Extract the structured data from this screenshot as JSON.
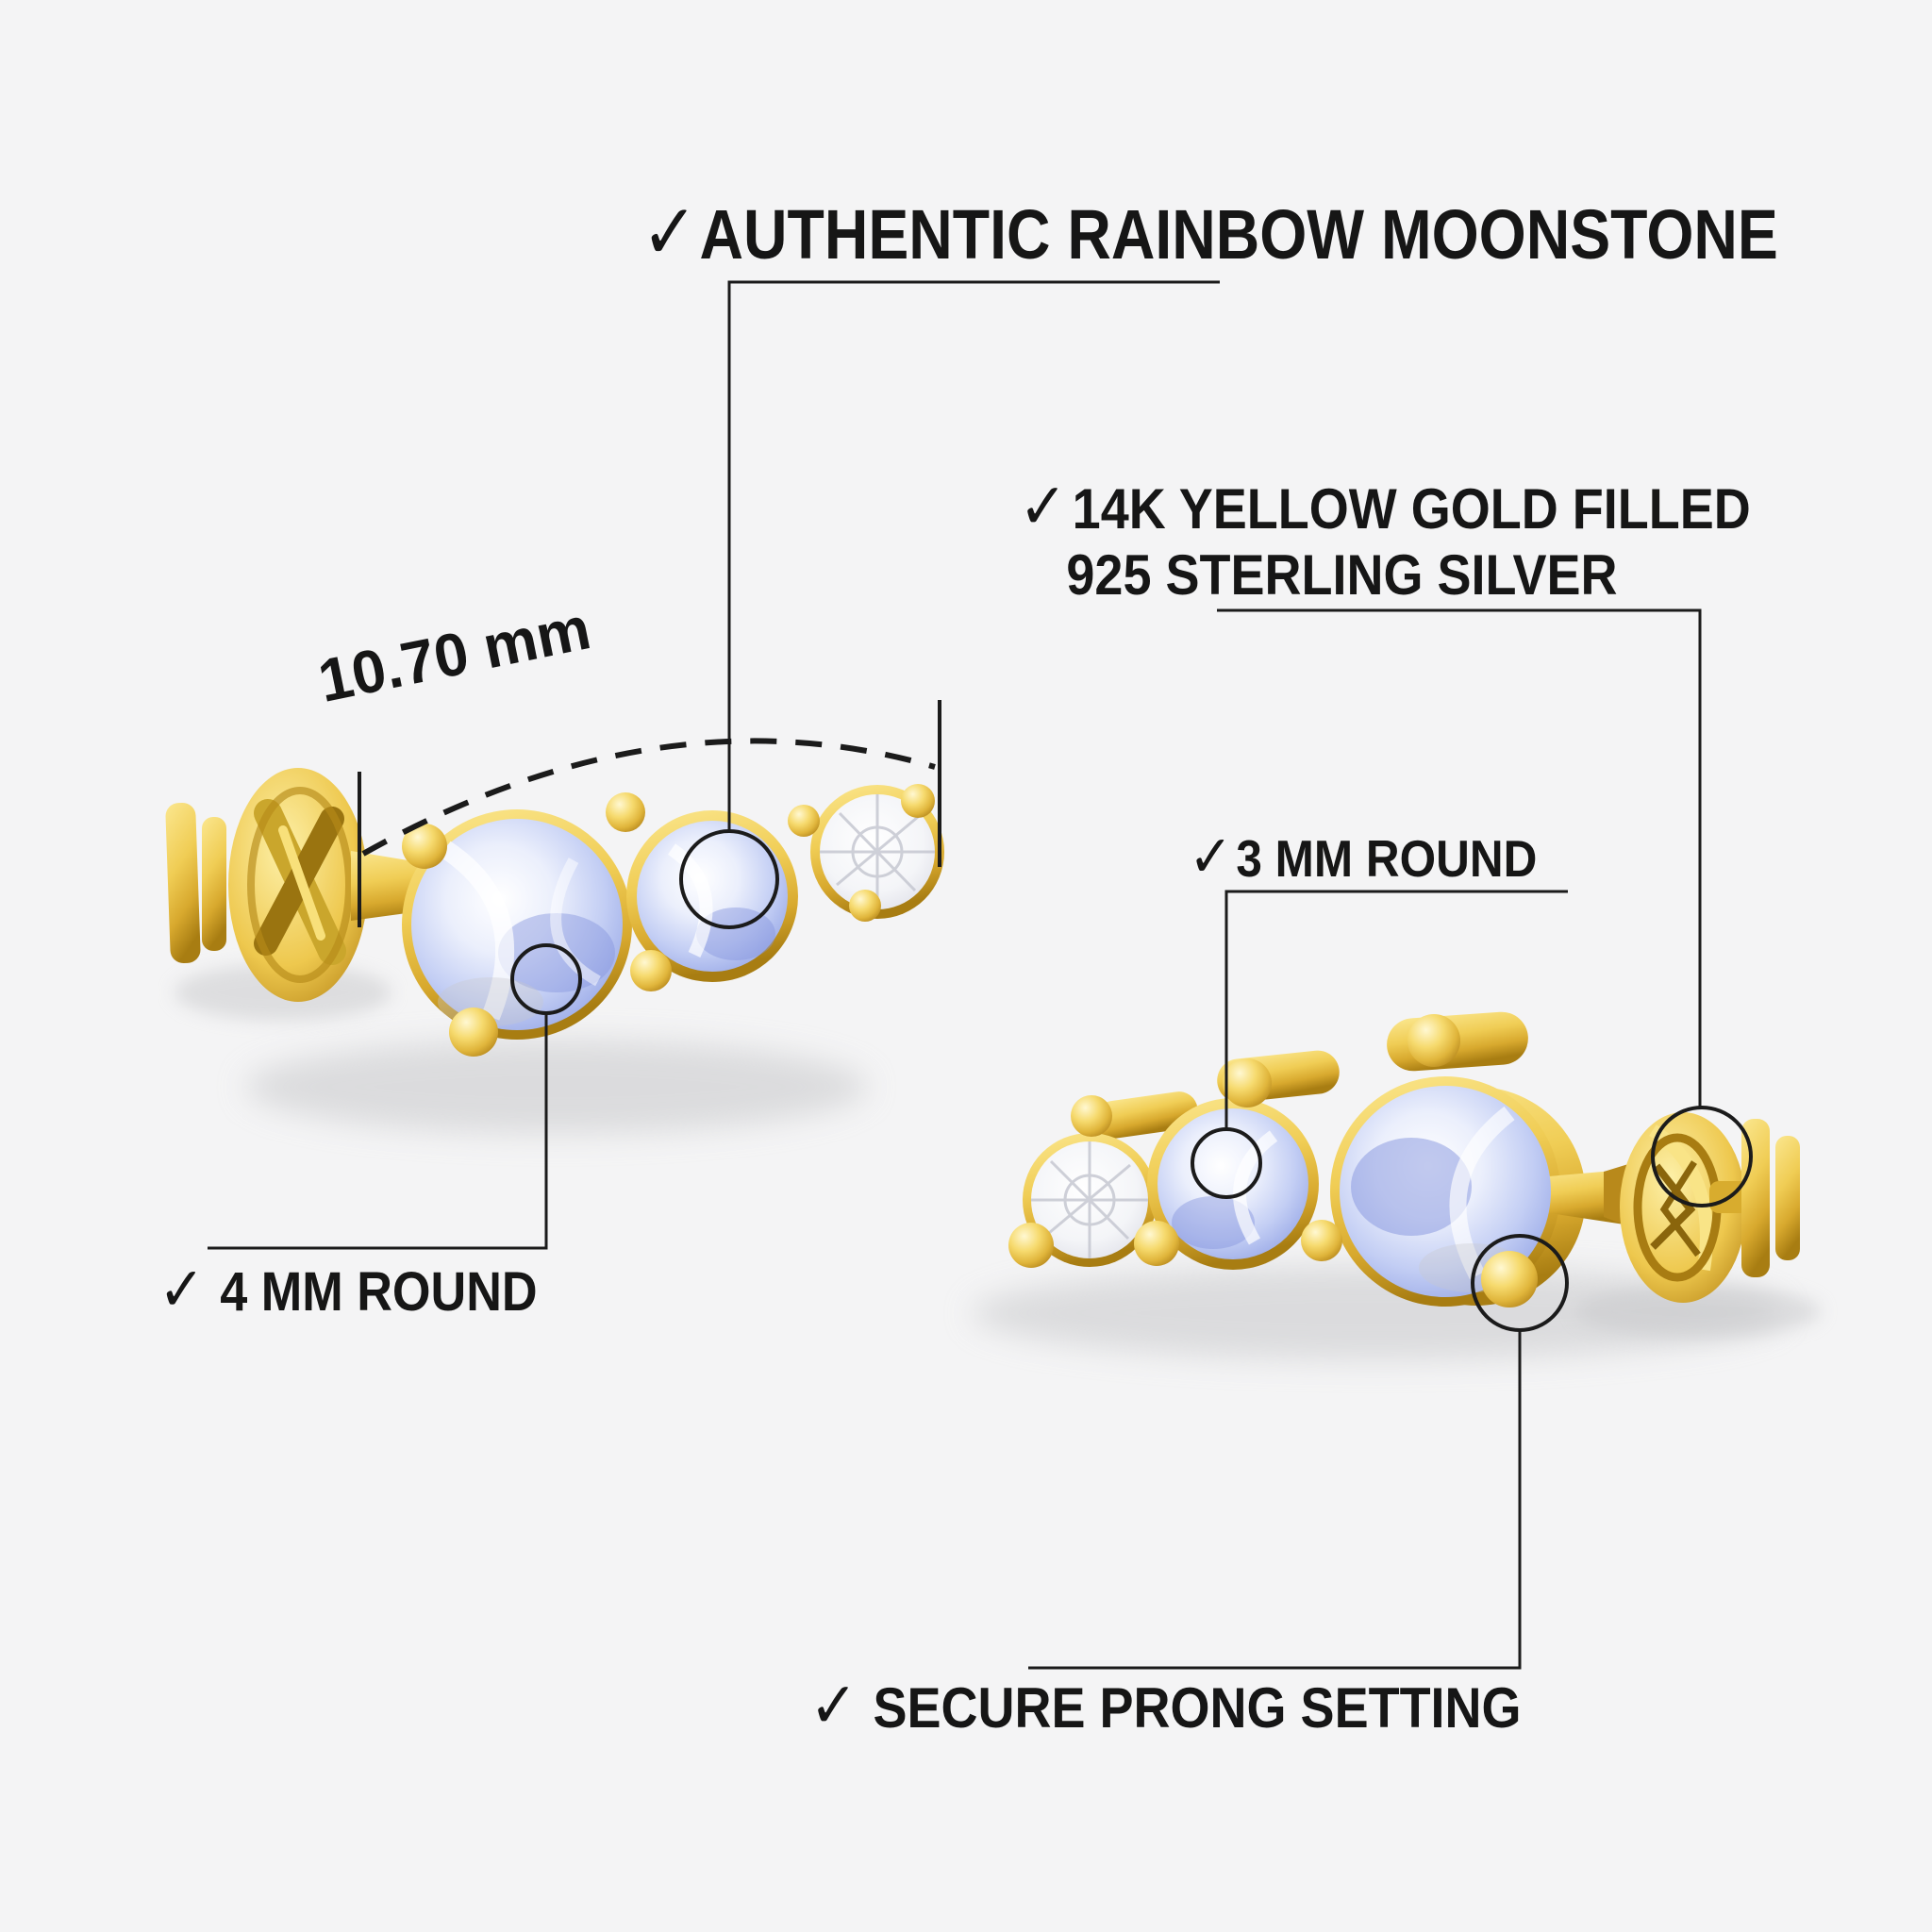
{
  "scene": {
    "background": "#f4f4f5",
    "text_color": "#161616",
    "line_color": "#1b1b1b",
    "gold_color": "#eec84e",
    "moonstone_color": "#a9b7ec",
    "diamond_color": "#eceef2"
  },
  "callouts": {
    "authentic": {
      "check": "✓",
      "label": "AUTHENTIC RAINBOW MOONSTONE"
    },
    "material": {
      "check": "✓",
      "line1": "14K YELLOW GOLD FILLED",
      "line2": "925 STERLING SILVER"
    },
    "three_mm": {
      "check": "✓",
      "label": "3 MM ROUND"
    },
    "four_mm": {
      "check": "✓",
      "label": "4 MM ROUND"
    },
    "secure_prong": {
      "check": "✓",
      "label": "SECURE PRONG SETTING"
    },
    "measurement": {
      "label": "10.70 mm"
    }
  }
}
